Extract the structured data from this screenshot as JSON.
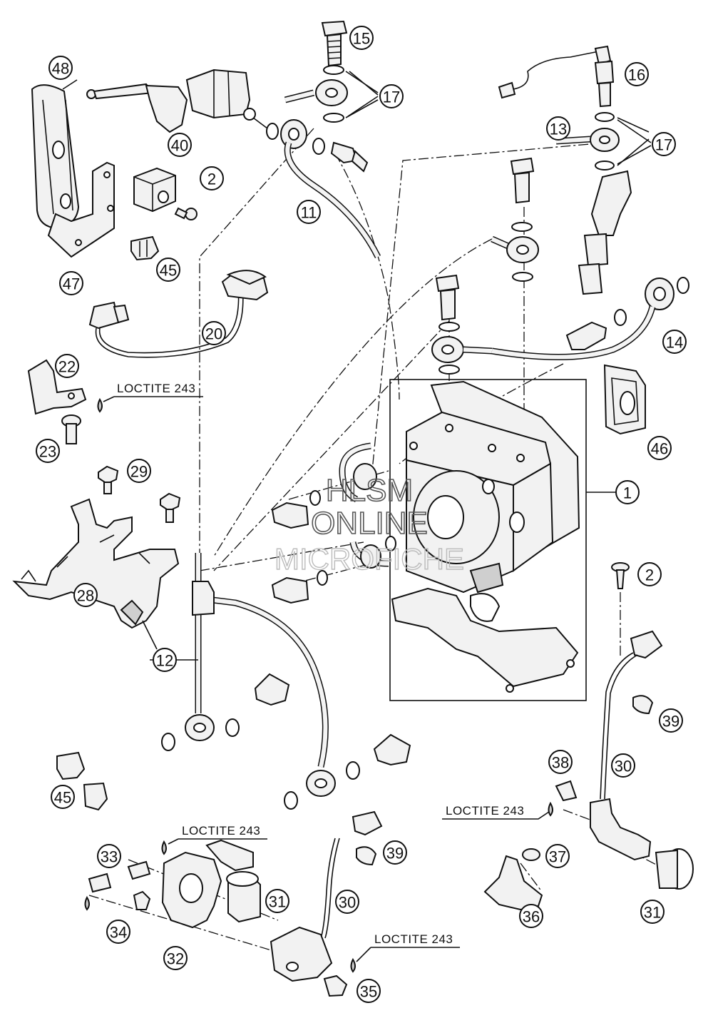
{
  "callouts": [
    {
      "n": "48"
    },
    {
      "n": "47"
    },
    {
      "n": "40"
    },
    {
      "n": "2"
    },
    {
      "n": "45"
    },
    {
      "n": "15"
    },
    {
      "n": "17"
    },
    {
      "n": "11"
    },
    {
      "n": "16"
    },
    {
      "n": "13"
    },
    {
      "n": "17"
    },
    {
      "n": "20"
    },
    {
      "n": "22"
    },
    {
      "n": "23"
    },
    {
      "n": "14"
    },
    {
      "n": "46"
    },
    {
      "n": "29"
    },
    {
      "n": "1"
    },
    {
      "n": "2"
    },
    {
      "n": "28"
    },
    {
      "n": "12"
    },
    {
      "n": "39"
    },
    {
      "n": "38"
    },
    {
      "n": "30"
    },
    {
      "n": "45"
    },
    {
      "n": "33"
    },
    {
      "n": "39"
    },
    {
      "n": "37"
    },
    {
      "n": "31"
    },
    {
      "n": "30"
    },
    {
      "n": "34"
    },
    {
      "n": "36"
    },
    {
      "n": "31"
    },
    {
      "n": "32"
    },
    {
      "n": "35"
    }
  ],
  "loctite_labels": [
    {
      "text": "LOCTITE 243"
    },
    {
      "text": "LOCTITE 243"
    },
    {
      "text": "LOCTITE 243"
    },
    {
      "text": "LOCTITE 243"
    }
  ],
  "watermark": {
    "line1": "HLSM",
    "line2": "ONLINE",
    "line3": "MICROFICHE"
  }
}
